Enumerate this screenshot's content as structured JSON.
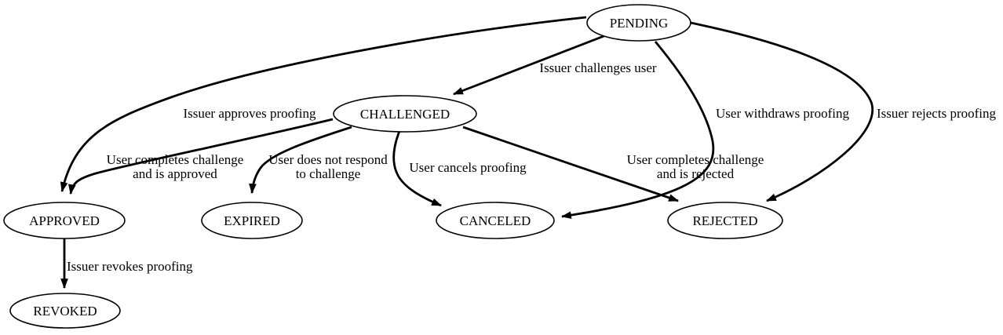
{
  "diagram": {
    "type": "state-machine-graph",
    "background_color": "#ffffff",
    "stroke_color": "#000000",
    "text_color": "#000000",
    "nodes": [
      {
        "id": "pending",
        "label": "PENDING"
      },
      {
        "id": "challenged",
        "label": "CHALLENGED"
      },
      {
        "id": "approved",
        "label": "APPROVED"
      },
      {
        "id": "expired",
        "label": "EXPIRED"
      },
      {
        "id": "canceled",
        "label": "CANCELED"
      },
      {
        "id": "rejected",
        "label": "REJECTED"
      },
      {
        "id": "revoked",
        "label": "REVOKED"
      }
    ],
    "edges": [
      {
        "from": "PENDING",
        "to": "CHALLENGED",
        "label": "Issuer challenges user",
        "label_lines": [
          "Issuer challenges user"
        ]
      },
      {
        "from": "PENDING",
        "to": "APPROVED",
        "label": "Issuer approves proofing",
        "label_lines": [
          "Issuer approves proofing"
        ]
      },
      {
        "from": "PENDING",
        "to": "CANCELED",
        "label": "User withdraws proofing",
        "label_lines": [
          "User withdraws proofing"
        ]
      },
      {
        "from": "PENDING",
        "to": "REJECTED",
        "label": "Issuer rejects proofing",
        "label_lines": [
          "Issuer rejects proofing"
        ]
      },
      {
        "from": "CHALLENGED",
        "to": "APPROVED",
        "label": "User completes challenge and is approved",
        "label_lines": [
          "User completes challenge",
          "and is approved"
        ]
      },
      {
        "from": "CHALLENGED",
        "to": "EXPIRED",
        "label": "User does not respond to challenge",
        "label_lines": [
          "User does not respond",
          "to challenge"
        ]
      },
      {
        "from": "CHALLENGED",
        "to": "CANCELED",
        "label": "User cancels proofing",
        "label_lines": [
          "User cancels proofing"
        ]
      },
      {
        "from": "CHALLENGED",
        "to": "REJECTED",
        "label": "User completes challenge and is rejected",
        "label_lines": [
          "User completes challenge",
          "and is rejected"
        ]
      },
      {
        "from": "APPROVED",
        "to": "REVOKED",
        "label": "Issuer revokes proofing",
        "label_lines": [
          "Issuer revokes proofing"
        ]
      }
    ]
  }
}
